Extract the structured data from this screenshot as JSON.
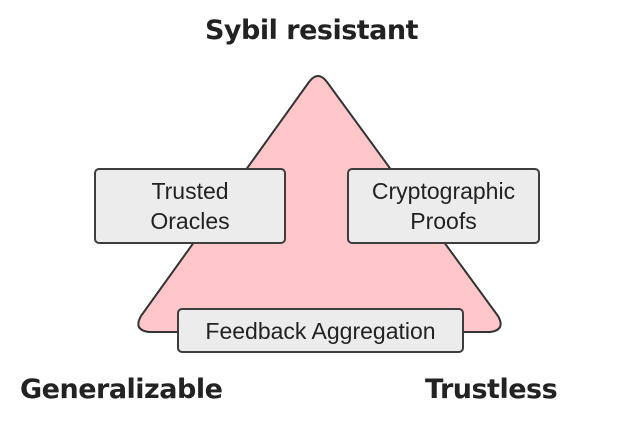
{
  "diagram": {
    "colors": {
      "triangle_fill": "#ffc7c9",
      "triangle_stroke": "#333333",
      "box_fill": "#ececec",
      "box_border": "#3d3d3d",
      "text": "#222222"
    },
    "corners": {
      "top": "Sybil resistant",
      "left": "Generalizable",
      "right": "Trustless"
    },
    "boxes": {
      "trusted_oracles": {
        "line1": "Trusted",
        "line2": "Oracles"
      },
      "cryptographic_proofs": {
        "line1": "Cryptographic",
        "line2": "Proofs"
      },
      "feedback_aggregation": "Feedback Aggregation"
    }
  }
}
